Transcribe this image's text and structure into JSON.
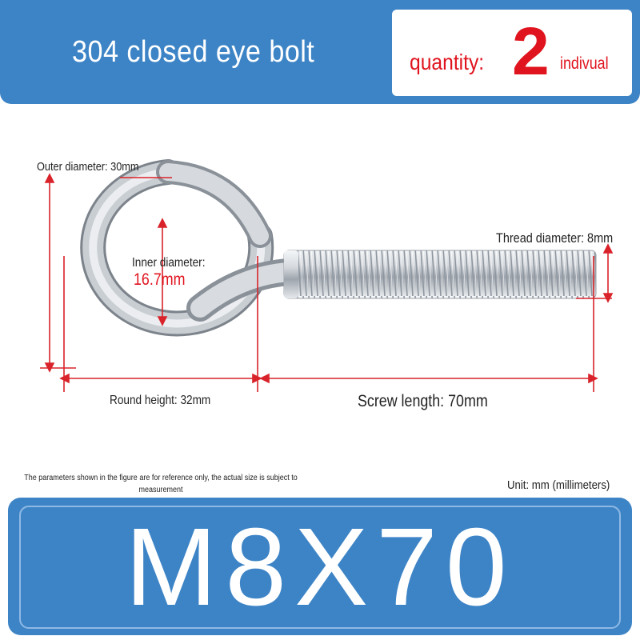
{
  "header": {
    "title": "304 closed eye bolt",
    "quantity_label": "quantity:",
    "quantity_value": "2",
    "quantity_unit": "indivual"
  },
  "dimensions": {
    "outer_diameter": "Outer diameter: 30mm",
    "inner_diameter_label": "Inner diameter:",
    "inner_diameter_value": "16.7mm",
    "thread_diameter": "Thread diameter: 8mm",
    "round_height": "Round height: 32mm",
    "screw_length": "Screw length: 70mm"
  },
  "notes": {
    "disclaimer": "The parameters shown in the figure are for reference only, the actual size is subject to measurement",
    "unit": "Unit: mm (millimeters)"
  },
  "model": {
    "label": "M8X70"
  },
  "colors": {
    "brand_blue": "#3d84c6",
    "accent_red": "#e0141e",
    "dimension_red": "#d9232a"
  }
}
